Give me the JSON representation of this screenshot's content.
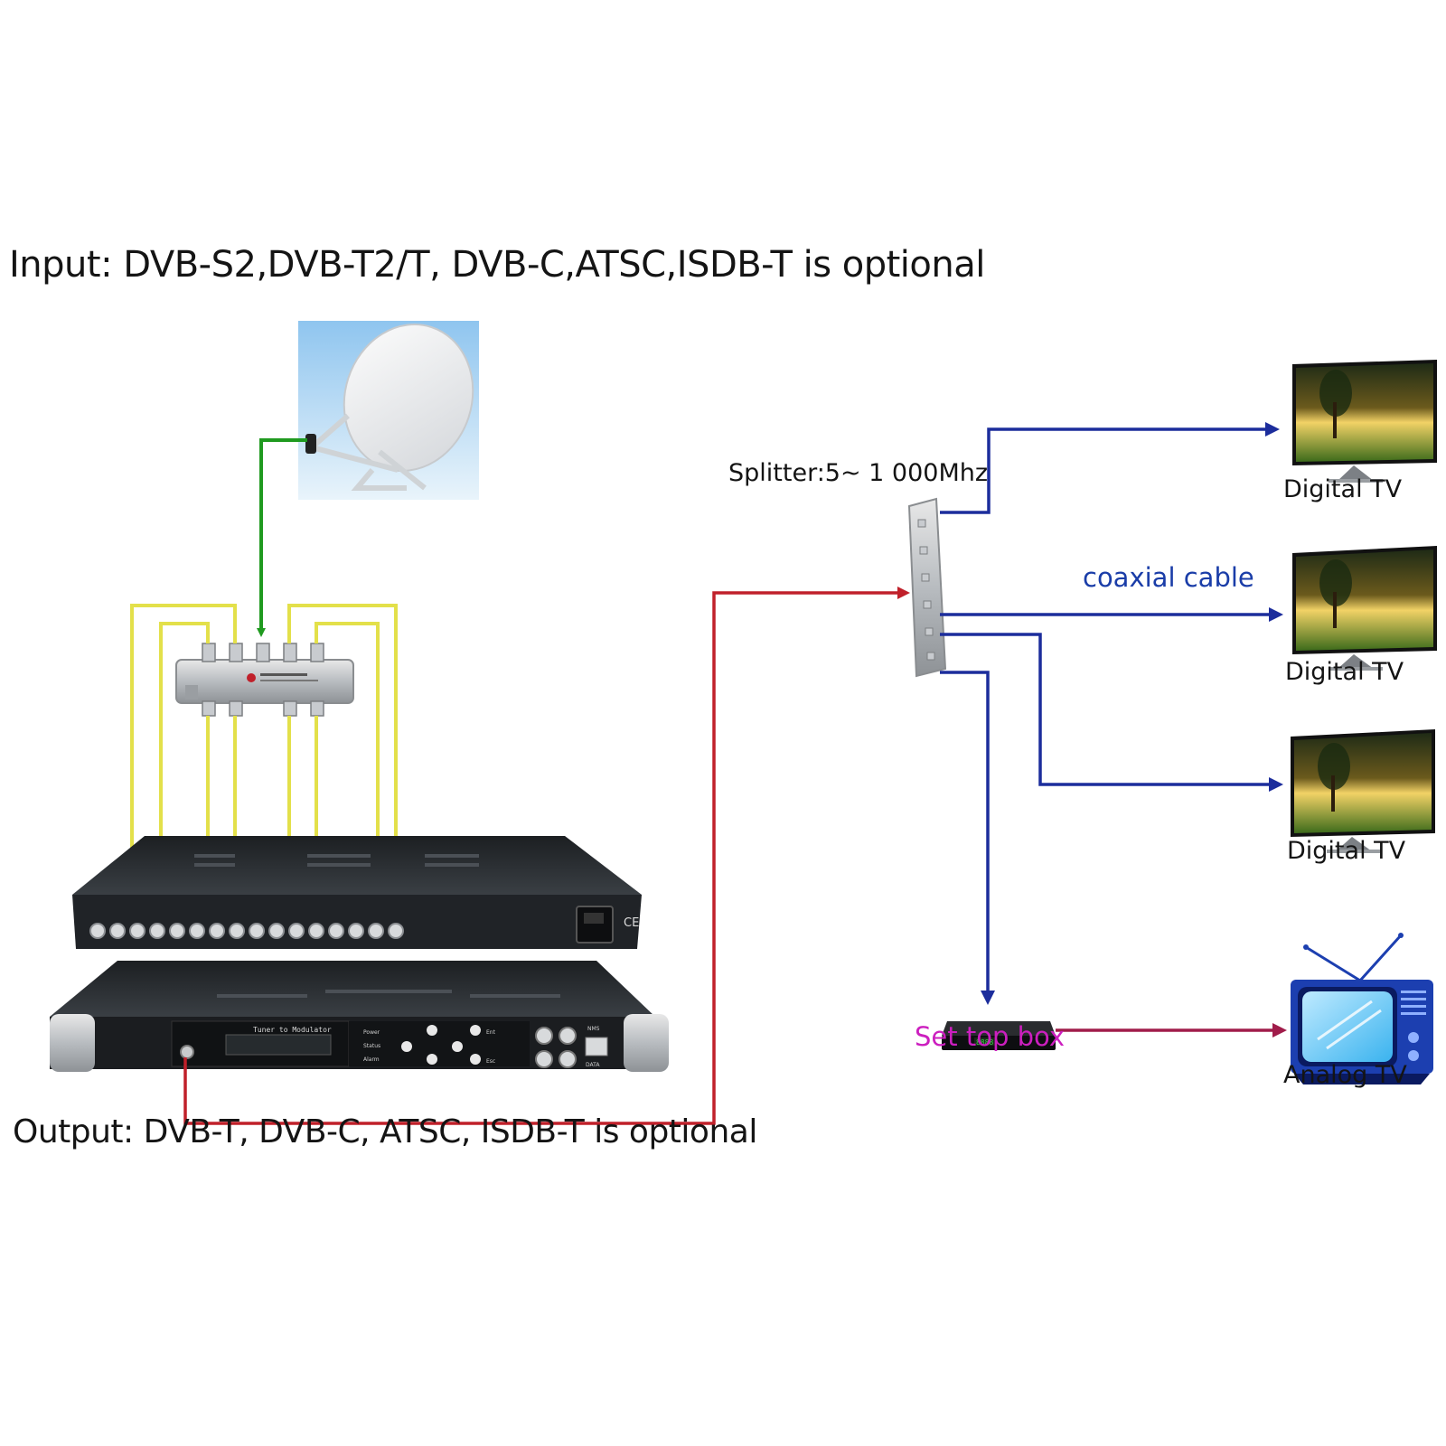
{
  "headings": {
    "input": "Input: DVB-S2,DVB-T2/T, DVB-C,ATSC,ISDB-T is optional",
    "output": "Output: DVB-T, DVB-C, ATSC, ISDB-T is optional"
  },
  "labels": {
    "splitter": "Splitter:5~ 1 000Mhz",
    "coaxial_cable": "coaxial cable",
    "set_top_box": "Set top box",
    "digital_tv_1": "Digital TV",
    "digital_tv_2": "Digital TV",
    "digital_tv_3": "Digital TV",
    "analog_tv": "Analog TV"
  },
  "device_text": {
    "front_panel_title": "Tuner to Modulator",
    "front_panel_indicators": [
      "Power",
      "Status",
      "Alarm"
    ],
    "front_panel_buttons": [
      "Ent",
      "Esc"
    ],
    "front_panel_ports": [
      "NMS",
      "DATA"
    ],
    "stb_display": "8888"
  },
  "colors": {
    "signal_green": "#1f9a1f",
    "signal_yellow": "#e3e04a",
    "signal_red": "#c0202a",
    "signal_blue": "#1c2d9c",
    "stb_link": "#a01c4a",
    "set_top_box_label": "#cc1fbf",
    "coax_label": "#1a3da8"
  },
  "icons": [
    "satellite-dish-icon",
    "rf-splitter-icon",
    "distribution-splitter-icon",
    "flat-tv-icon",
    "set-top-box-icon",
    "analog-tv-icon"
  ]
}
